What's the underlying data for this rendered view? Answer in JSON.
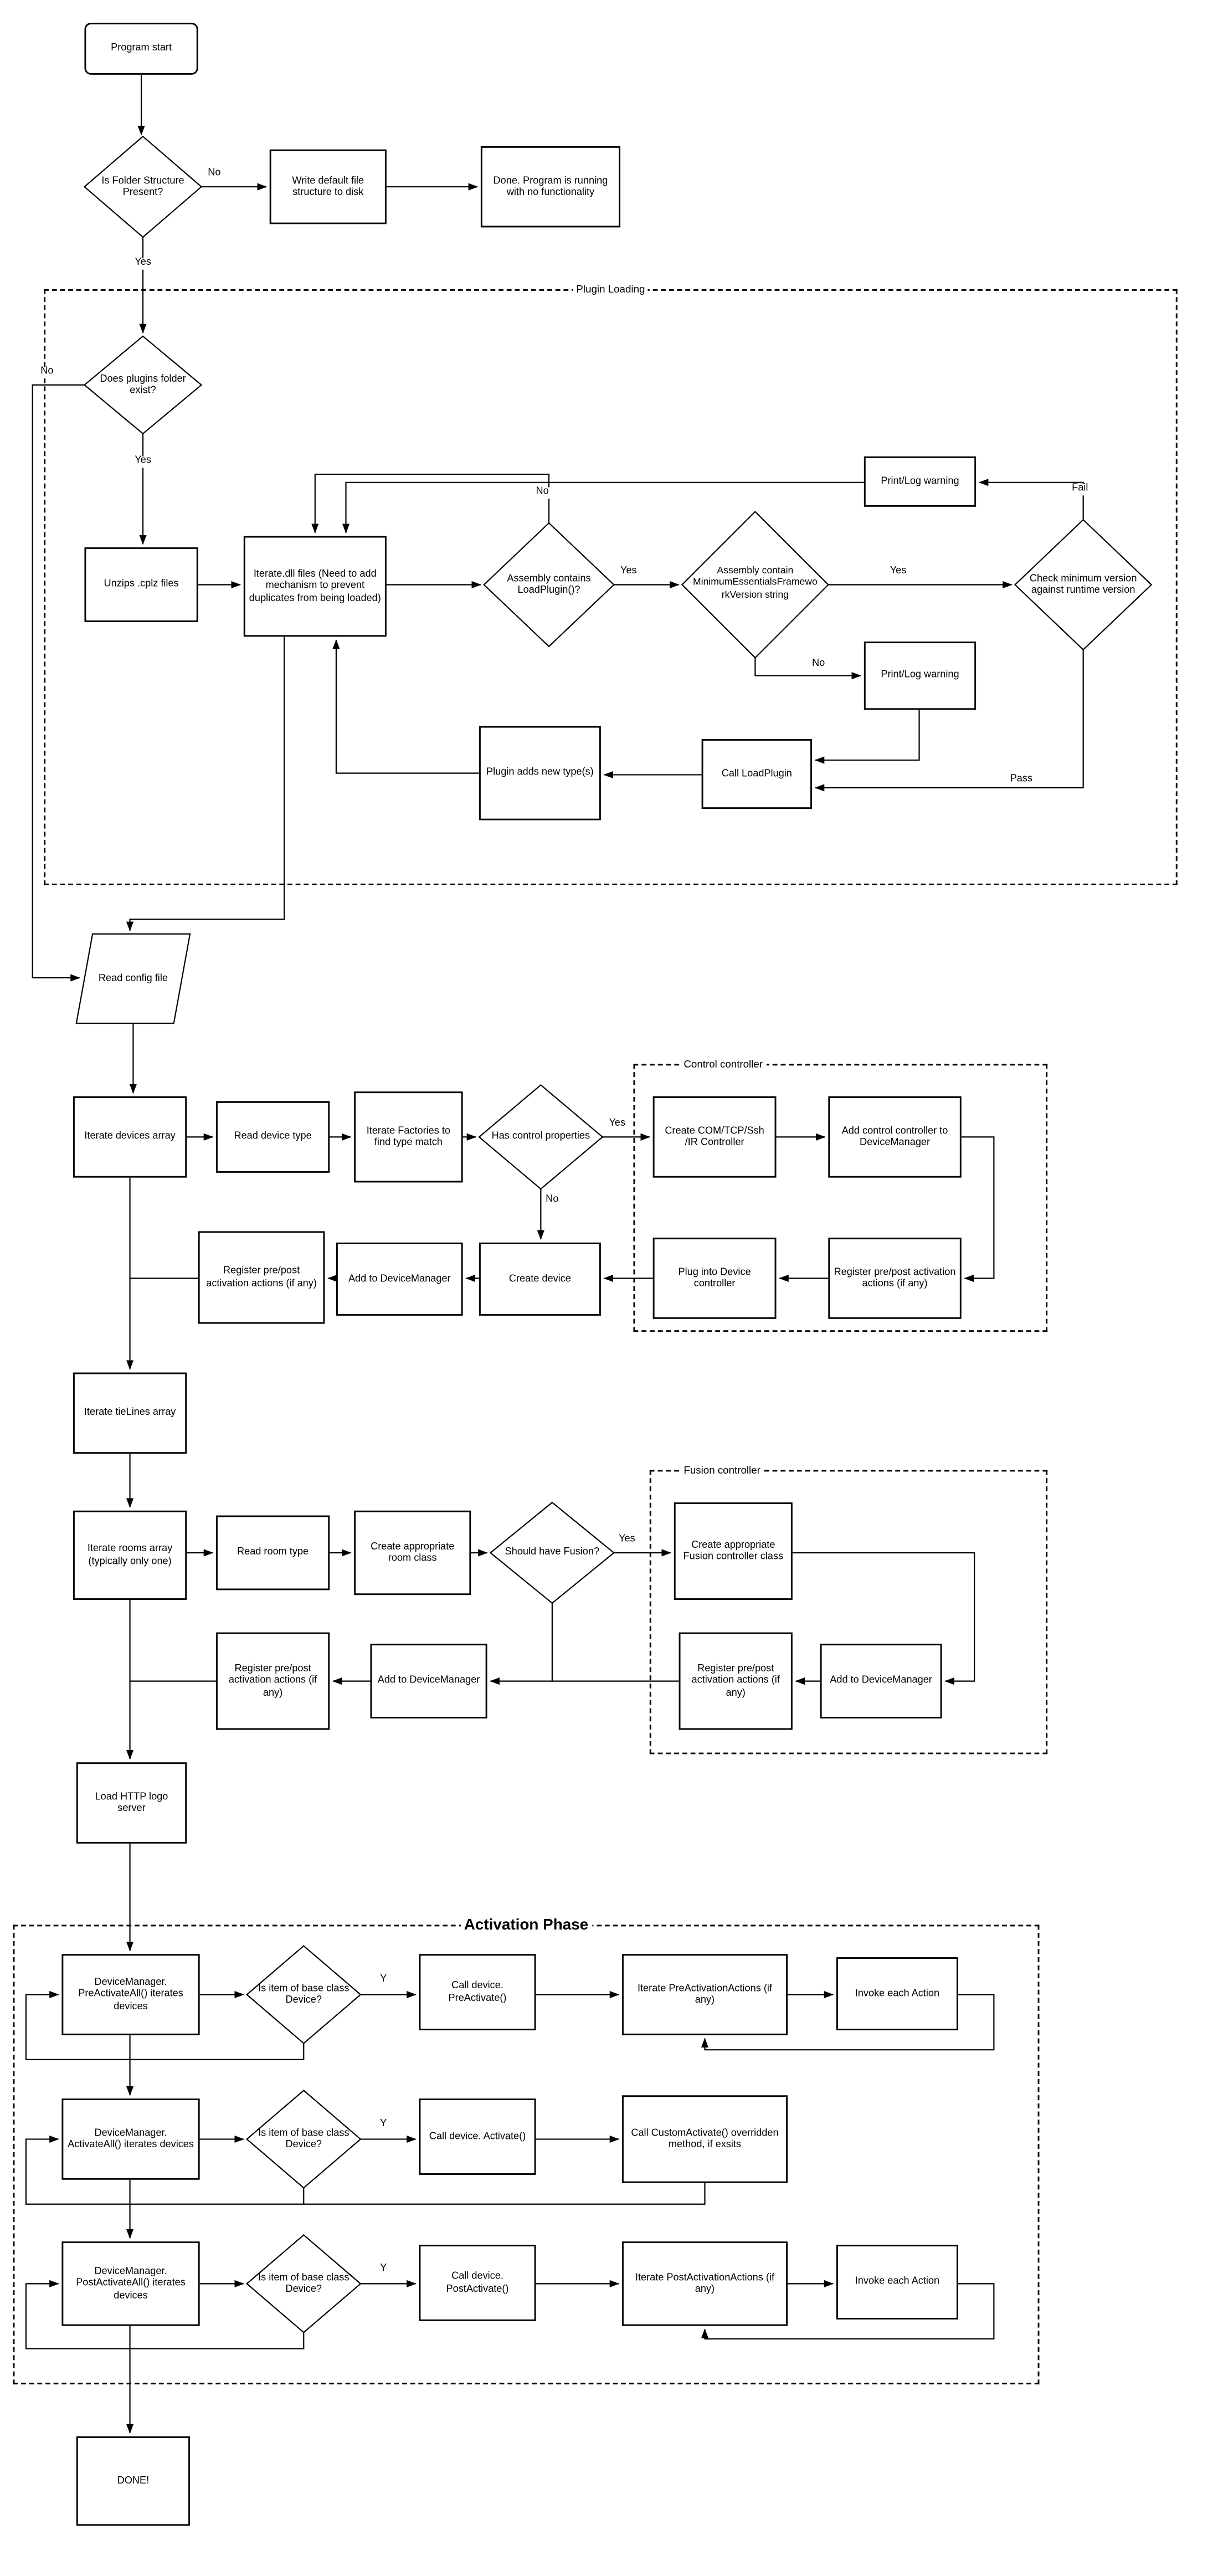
{
  "diagram": {
    "type": "flowchart",
    "colors": {
      "stroke": "#000000",
      "fill": "#ffffff",
      "background": "#ffffff"
    },
    "containers": {
      "plugin_loading": "Plugin Loading",
      "control_controller": "Control controller",
      "fusion_controller": "Fusion controller",
      "activation_phase": "Activation Phase"
    },
    "nodes": {
      "program_start": "Program start",
      "folder_check": "Is Folder Structure Present?",
      "write_default": "Write default file structure to disk",
      "done_nofunc": "Done.  Program is running with no functionality",
      "plugins_folder_check": "Does plugins folder exist?",
      "unzip_cplz": "Unzips .cplz files",
      "iterate_dll": "Iterate.dll files (Need to add mechanism to prevent duplicates from being loaded)",
      "loadplugin_check": "Assembly contains LoadPlugin()?",
      "version_string_check": "Assembly contain MinimumEssentialsFrameworkVersion string",
      "min_version_check": "Check minimum version against runtime version",
      "warn_fail": "Print/Log warning",
      "warn_no": "Print/Log warning",
      "call_loadplugin": "Call LoadPlugin",
      "plugin_adds_types": "Plugin adds new type(s)",
      "read_config": "Read config file",
      "iterate_devices": "Iterate devices array",
      "read_device_type": "Read device type",
      "iterate_factories": "Iterate Factories to find type match",
      "control_props_check": "Has control properties",
      "create_com": "Create COM/TCP/Ssh /IR Controller",
      "add_control_controller": "Add control controller to DeviceManager",
      "register_control": "Register pre/post activation actions (if any)",
      "plug_into_device": "Plug into Device controller",
      "create_device": "Create device",
      "add_dm_device": "Add to DeviceManager",
      "register_device": "Register pre/post activation actions (if any)",
      "iterate_tielines": "Iterate tieLines array",
      "iterate_rooms": "Iterate rooms array (typically only one)",
      "read_room_type": "Read room type",
      "create_room_class": "Create appropriate room class",
      "fusion_check": "Should have Fusion?",
      "create_fusion": "Create appropriate Fusion controller class",
      "add_dm_fusion": "Add to DeviceManager",
      "register_fusion": "Register pre/post activation actions (if any)",
      "add_dm_room": "Add to DeviceManager",
      "register_room": "Register pre/post activation actions (if any)",
      "load_http": "Load HTTP logo server",
      "pre_activate_all": "DeviceManager. PreActivateAll() iterates devices",
      "base_check_1": "Is item of base class Device?",
      "call_preactivate": "Call device. PreActivate()",
      "iterate_preactions": "Iterate PreActivationActions (if any)",
      "invoke_action_1": "Invoke each Action",
      "activate_all": "DeviceManager. ActivateAll() iterates devices",
      "base_check_2": "Is item of base class Device?",
      "call_activate": "Call device. Activate()",
      "call_customactivate": "Call CustomActivate() overridden method, if exsits",
      "post_activate_all": "DeviceManager. PostActivateAll() iterates devices",
      "base_check_3": "Is item of base class Device?",
      "call_postactivate": "Call device. PostActivate()",
      "iterate_postactions": "Iterate PostActivationActions (if any)",
      "invoke_action_2": "Invoke each Action",
      "done": "DONE!"
    },
    "edge_labels": {
      "folder_no": "No",
      "folder_yes": "Yes",
      "plugins_no": "No",
      "plugins_yes": "Yes",
      "loadplugin_no": "No",
      "loadplugin_yes": "Yes",
      "version_yes": "Yes",
      "version_no": "No",
      "fail": "Fail",
      "pass": "Pass",
      "control_yes": "Yes",
      "control_no": "No",
      "fusion_yes": "Yes",
      "base1_y": "Y",
      "base2_y": "Y",
      "base3_y": "Y"
    }
  }
}
